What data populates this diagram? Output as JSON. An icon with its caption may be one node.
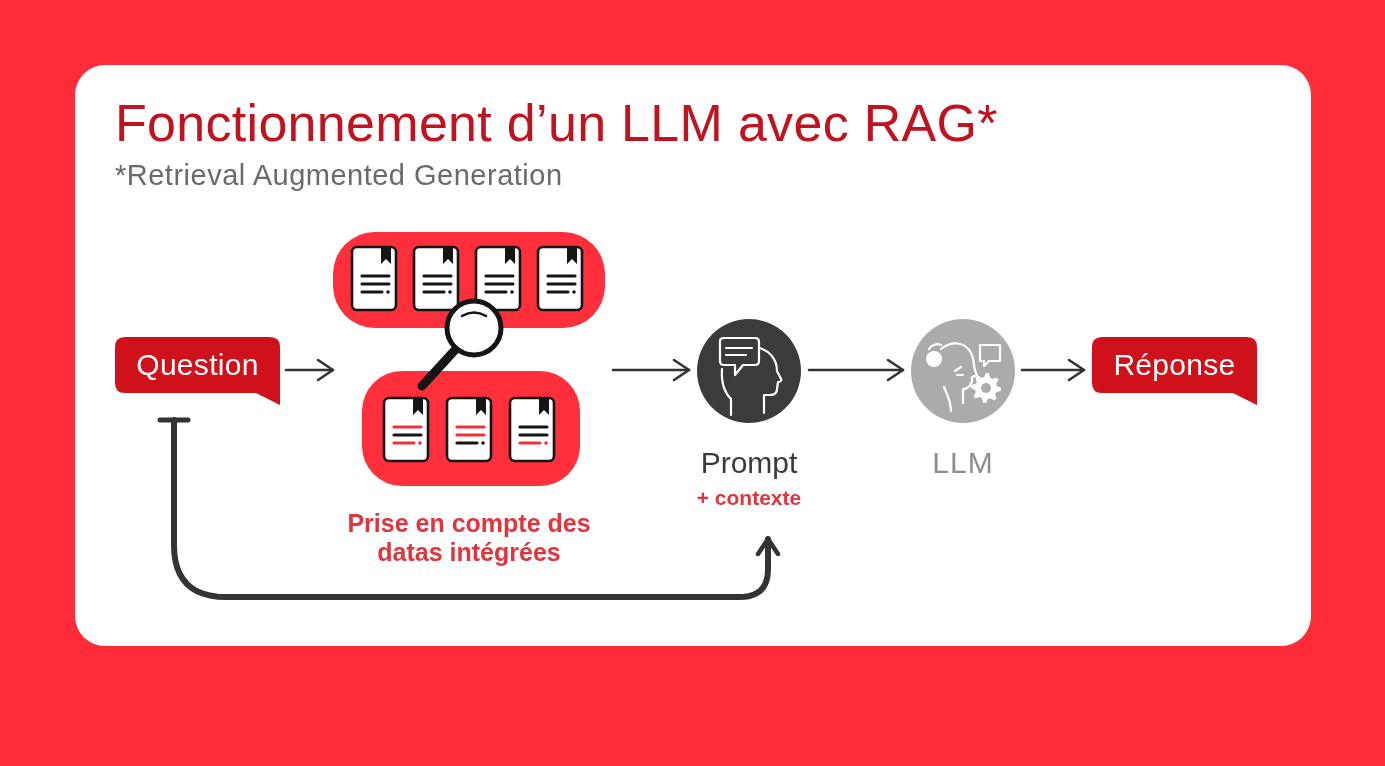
{
  "diagram": {
    "title": "Fonctionnement d’un LLM avec RAG*",
    "nodes": [
      {
        "text": [
          "Question"
        ]
      },
      {
        "text": [],
        "shape": "picture",
        "beside": [
          "Prise en compte des datas intégrées"
        ]
      },
      {
        "text": [],
        "shape": "circle",
        "beside": [
          "Prompt",
          "+ contexte"
        ]
      },
      {
        "text": [],
        "shape": "circle",
        "beside": [
          "LLM"
        ]
      },
      {
        "text": [
          "Réponse"
        ]
      }
    ],
    "edges": [
      {
        "from": 0,
        "to": 1,
        "arrow": "to"
      },
      {
        "from": 1,
        "to": 2,
        "arrow": "to"
      },
      {
        "from": 2,
        "to": 3,
        "arrow": "to"
      },
      {
        "from": 3,
        "to": 4,
        "arrow": "to"
      },
      {
        "from": 0,
        "to": 2,
        "arrow": "to",
        "style": "thick"
      }
    ],
    "labels": [
      "*Retrieval Augmented Generation"
    ]
  }
}
